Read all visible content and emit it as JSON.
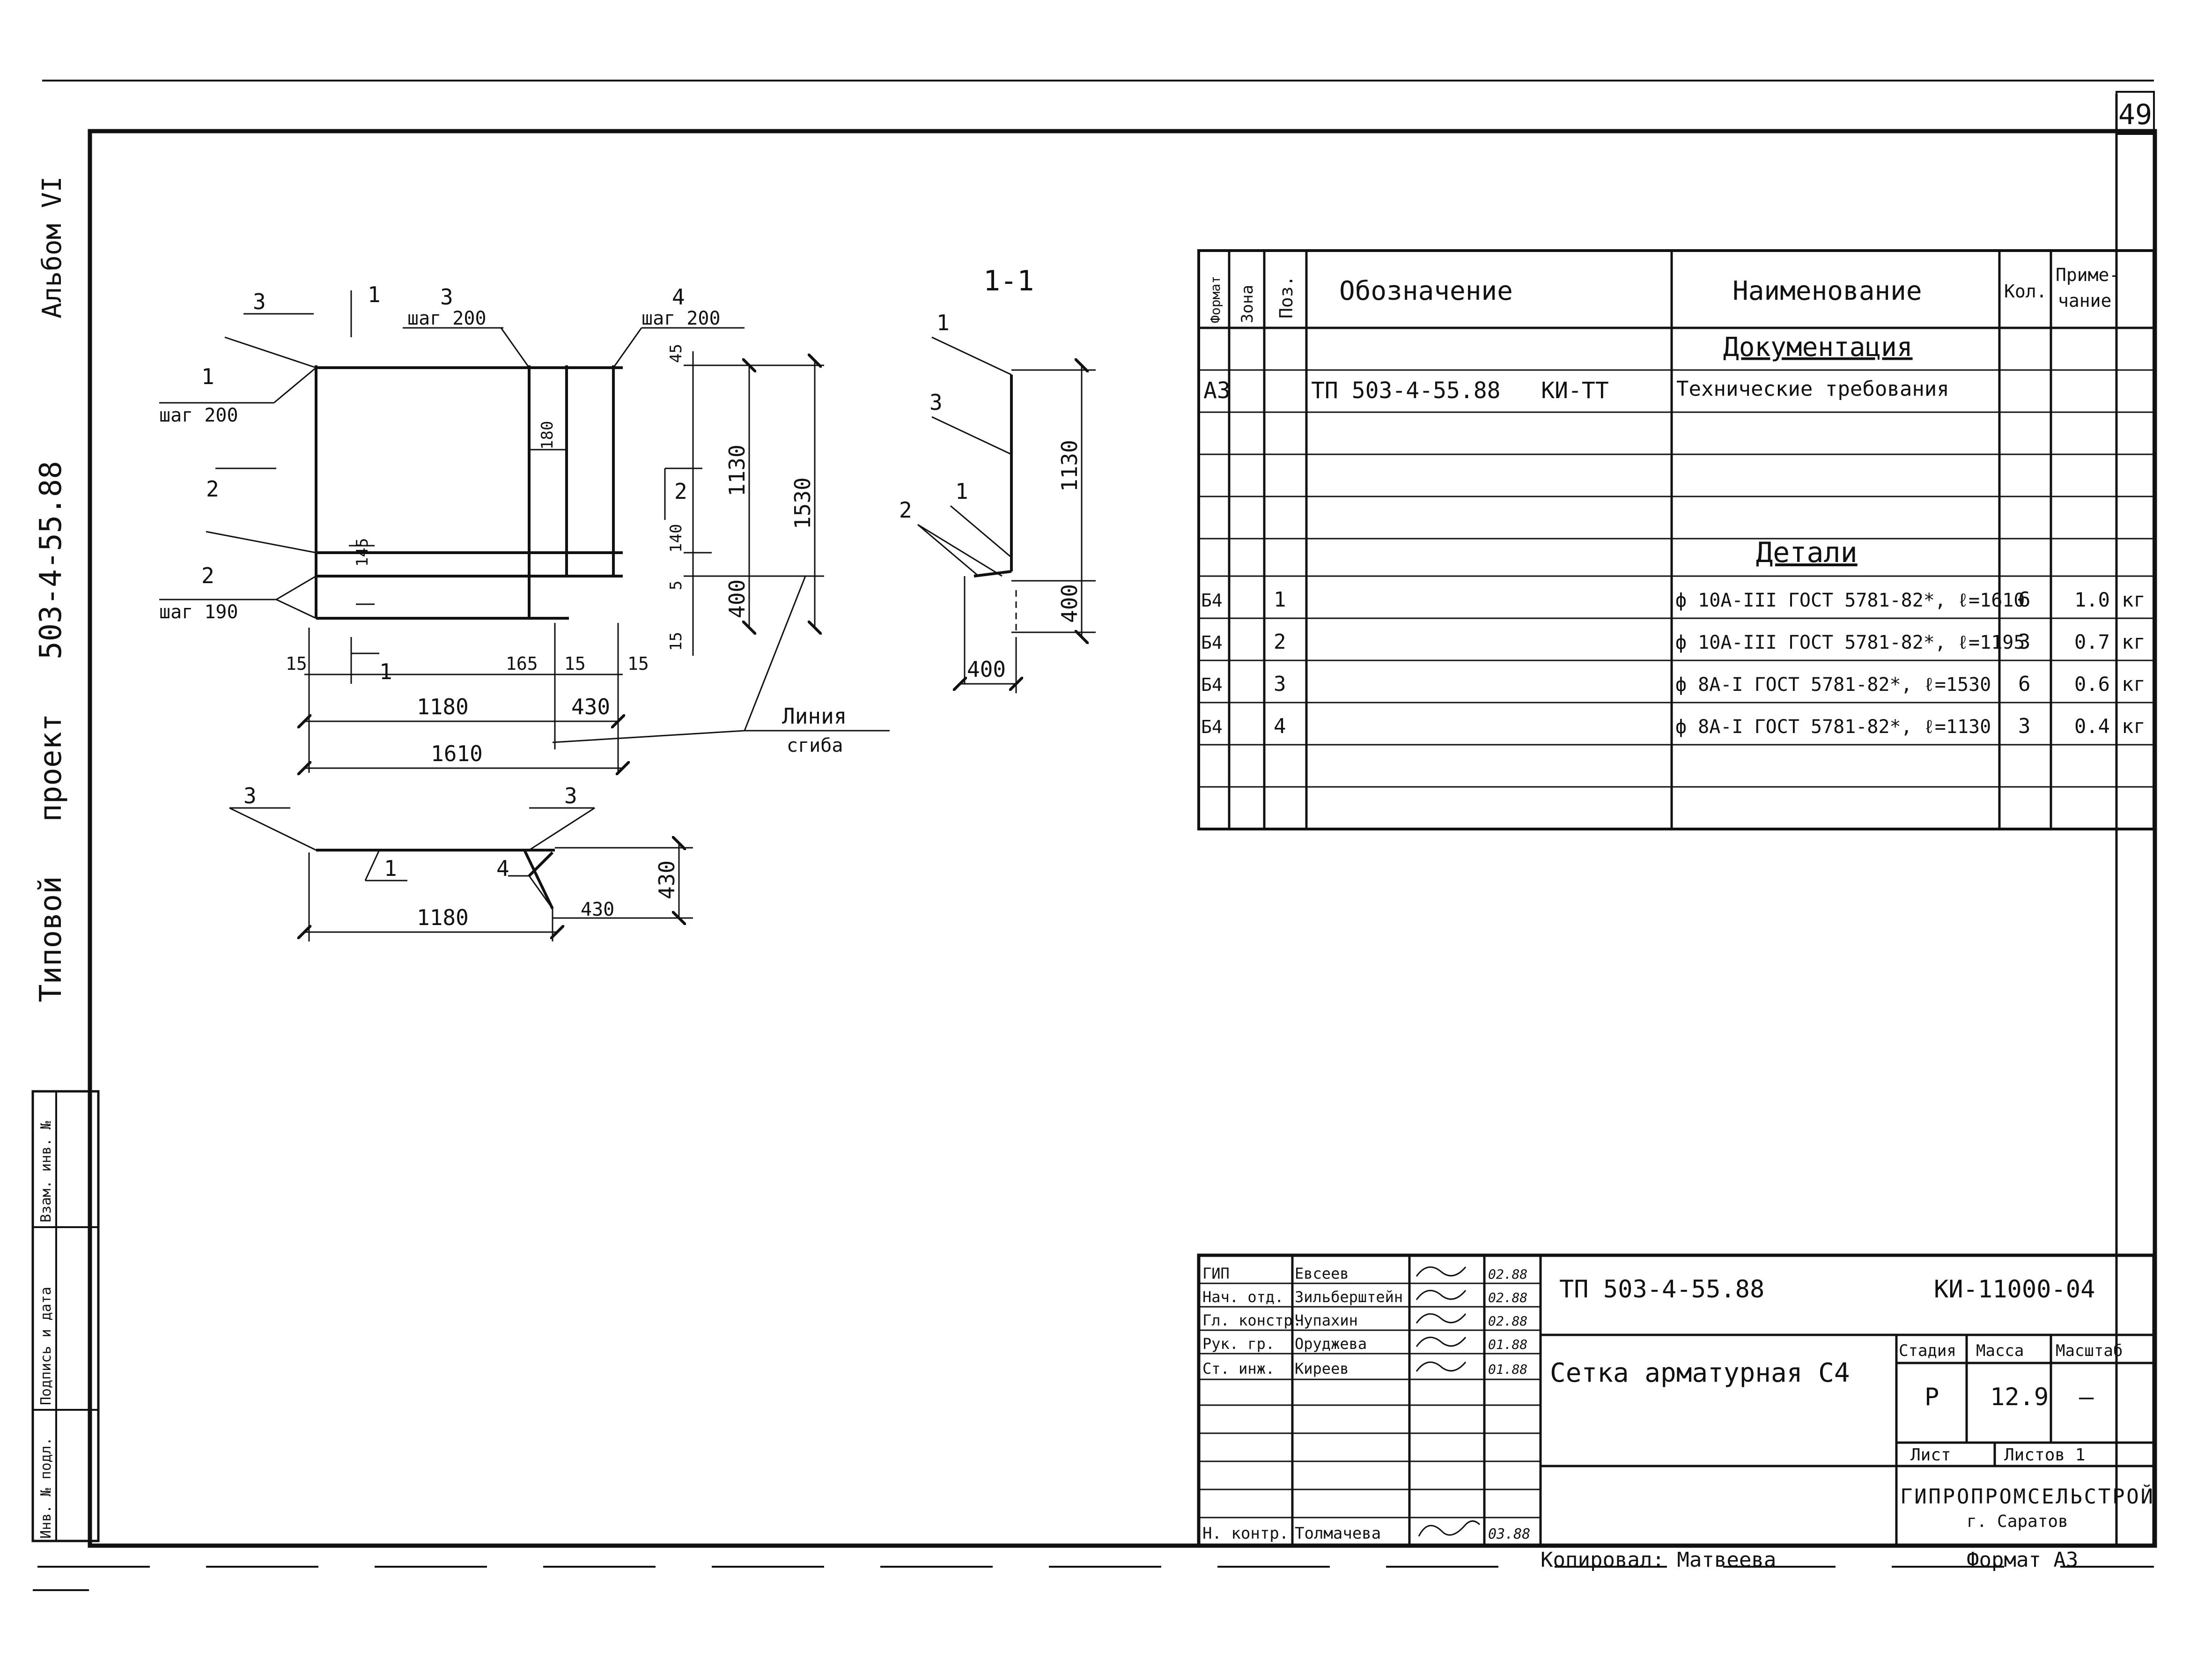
{
  "sheet": {
    "page_number": "49",
    "album": "Альбом VI",
    "project_label": "Типовой   проект   503-4-55.88",
    "side_stamp": [
      "Инв. № подл.",
      "Подпись и дата",
      "Взам. инв. №"
    ]
  },
  "drawing": {
    "section_title": "1-1",
    "bend_line_label": [
      "Линия",
      "сгиба"
    ],
    "plan_labels": {
      "pos3_top": "3",
      "pos4_top": "4",
      "pos1": "1",
      "pos2": "2",
      "pos3_left": "3",
      "step200_a": "шаг 200",
      "step200_b": "шаг 200",
      "step200_c": "шаг 200",
      "step190": "шаг 190",
      "cut1_top": "1",
      "cut1_bottom": "1",
      "cut2_left": "2",
      "cut2_right": "2"
    },
    "plan_dims": {
      "d45": "45",
      "d1130": "1130",
      "d1530": "1530",
      "d180": "180",
      "d145": "145",
      "d140": "140",
      "d5": "5",
      "d400": "400",
      "d15r": "15",
      "d15a": "15",
      "d165": "165",
      "d15b": "15",
      "d15c": "15",
      "d1180": "1180",
      "d430": "430",
      "d1610": "1610"
    },
    "plan2": {
      "pos3_left": "3",
      "pos3_right": "3",
      "pos1": "1",
      "pos4": "4",
      "d1180": "1180",
      "d430v": "430",
      "d430h": "430"
    },
    "section": {
      "pos1_top": "1",
      "pos3": "3",
      "pos2": "2",
      "pos1_mid": "1",
      "d1130": "1130",
      "d400v": "400",
      "d400h": "400"
    }
  },
  "spec": {
    "headers": [
      "Формат",
      "Зона",
      "Поз.",
      "Обозначение",
      "Наименование",
      "Кол.",
      "Приме-",
      "чание"
    ],
    "section_docs": "Документация",
    "doc_row": {
      "format": "А3",
      "designation": "ТП 503-4-55.88   КИ-ТТ",
      "name": "Технические требования"
    },
    "section_parts": "Детали",
    "rows": [
      {
        "format": "Б4",
        "pos": "1",
        "name": "ф 10А-III ГОСТ 5781-82*, ℓ=1610",
        "qty": "6",
        "note": "1.0 кг"
      },
      {
        "format": "Б4",
        "pos": "2",
        "name": "ф 10А-III ГОСТ 5781-82*, ℓ=1195",
        "qty": "3",
        "note": "0.7 кг"
      },
      {
        "format": "Б4",
        "pos": "3",
        "name": "ф 8А-I ГОСТ 5781-82*, ℓ=1530",
        "qty": "6",
        "note": "0.6 кг"
      },
      {
        "format": "Б4",
        "pos": "4",
        "name": "ф 8А-I ГОСТ 5781-82*, ℓ=1130",
        "qty": "3",
        "note": "0.4 кг"
      }
    ]
  },
  "titleblock": {
    "people": [
      {
        "role": "ГИП",
        "name": "Евсеев",
        "date": "02.88"
      },
      {
        "role": "Нач. отд.",
        "name": "Зильберштейн",
        "date": "02.88"
      },
      {
        "role": "Гл. констр.",
        "name": "Чупахин",
        "date": "02.88"
      },
      {
        "role": "Рук. гр.",
        "name": "Оруджева",
        "date": "01.88"
      },
      {
        "role": "Ст. инж.",
        "name": "Киреев",
        "date": "01.88"
      }
    ],
    "norm_control": {
      "role": "Н. контр.",
      "name": "Толмачева",
      "date": "03.88"
    },
    "code_left": "ТП 503-4-55.88",
    "code_right": "КИ-11000-04",
    "title": "Сетка арматурная С4",
    "stage_h": "Стадия",
    "mass_h": "Масса",
    "scale_h": "Масштаб",
    "stage": "Р",
    "mass": "12.9",
    "scale": "—",
    "sheet_h": "Лист",
    "sheets_h": "Листов 1",
    "org": "ГИПРОПРОМСЕЛЬСТРОЙ",
    "city": "г. Саратов"
  },
  "footer": {
    "copied": "Копировал: Матвеева",
    "format": "Формат А3"
  }
}
